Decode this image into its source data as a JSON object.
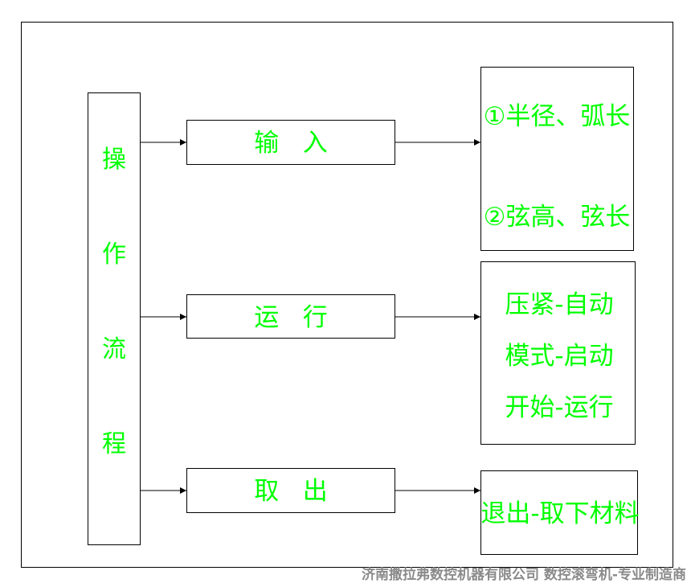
{
  "colors": {
    "text": "#00ff00",
    "lines": "#000000",
    "watermark": "#8a8a8a"
  },
  "diagram": {
    "root": "操作流程",
    "steps": [
      {
        "label": "输   入",
        "outcome": [
          "①半径、弧长",
          "②弦高、弦长"
        ]
      },
      {
        "label": "运   行",
        "outcome": [
          "压紧-自动",
          "模式-启动",
          "开始-运行"
        ]
      },
      {
        "label": "取   出",
        "outcome": [
          "退出-取下材料"
        ]
      }
    ]
  },
  "watermark": "济南撒拉弗数控机器有限公司 数控滚弯机-专业制造商"
}
